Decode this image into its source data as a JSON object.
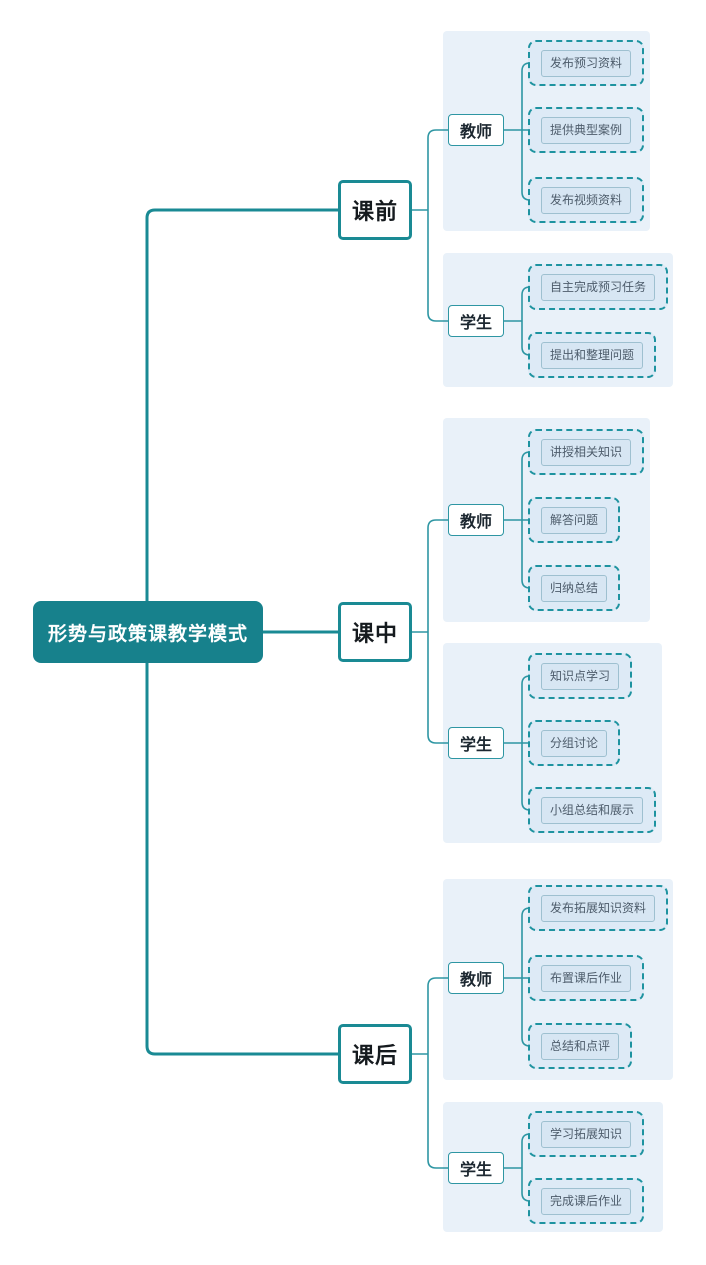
{
  "diagram": {
    "root": "形势与政策课教学模式",
    "branches": [
      {
        "label": "课前",
        "groups": [
          {
            "label": "教师",
            "items": [
              "发布预习资料",
              "提供典型案例",
              "发布视频资料"
            ]
          },
          {
            "label": "学生",
            "items": [
              "自主完成预习任务",
              "提出和整理问题"
            ]
          }
        ]
      },
      {
        "label": "课中",
        "groups": [
          {
            "label": "教师",
            "items": [
              "讲授相关知识",
              "解答问题",
              "归纳总结"
            ]
          },
          {
            "label": "学生",
            "items": [
              "知识点学习",
              "分组讨论",
              "小组总结和展示"
            ]
          }
        ]
      },
      {
        "label": "课后",
        "groups": [
          {
            "label": "教师",
            "items": [
              "发布拓展知识资料",
              "布置课后作业",
              "总结和点评"
            ]
          },
          {
            "label": "学生",
            "items": [
              "学习拓展知识",
              "完成课后作业"
            ]
          }
        ]
      }
    ]
  },
  "colors": {
    "root_fill": "#17818C",
    "root_text": "#FFFFFF",
    "trunk_line": "#1A8A94",
    "thin_line": "#2E96A3",
    "dashed_border": "#1E93A0",
    "panel_bg": "#E9F1F9",
    "leaf_bg": "#DDEAF6",
    "leaf_inner_bg": "#D7E6F3",
    "leaf_inner_border": "#9EC0D0",
    "leaf_text": "#4D5C6B",
    "node_text": "#1C2730"
  }
}
